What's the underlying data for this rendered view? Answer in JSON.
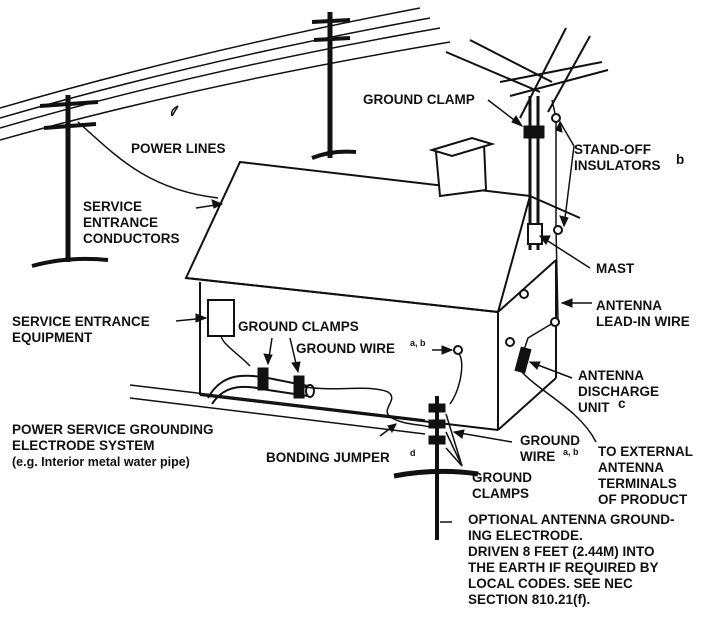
{
  "labels": {
    "power_lines": "POWER LINES",
    "service_entrance_conductors": [
      "SERVICE",
      "ENTRANCE",
      "CONDUCTORS"
    ],
    "service_entrance_equipment": [
      "SERVICE ENTRANCE",
      "EQUIPMENT"
    ],
    "ground_clamp_top": "GROUND CLAMP",
    "standoff_insulators": [
      "STAND-OFF",
      "INSULATORS"
    ],
    "standoff_insulators_note": "b",
    "mast": "MAST",
    "antenna_lead_in_wire": [
      "ANTENNA",
      "LEAD-IN WIRE"
    ],
    "ground_clamps_mid": "GROUND CLAMPS",
    "ground_wire_mid": "GROUND WIRE",
    "ground_wire_mid_note": "a, b",
    "antenna_discharge_unit": [
      "ANTENNA",
      "DISCHARGE",
      "UNIT"
    ],
    "antenna_discharge_unit_note": "c",
    "power_service_grounding": [
      "POWER SERVICE GROUNDING",
      "ELECTRODE SYSTEM",
      "(e.g. Interior metal water pipe)"
    ],
    "bonding_jumper": "BONDING JUMPER",
    "bonding_jumper_note": "d",
    "ground_wire_right": [
      "GROUND",
      "WIRE"
    ],
    "ground_wire_right_note": "a, b",
    "to_external_antenna": [
      "TO EXTERNAL",
      "ANTENNA",
      "TERMINALS",
      "OF PRODUCT"
    ],
    "ground_clamps_bottom": [
      "GROUND",
      "CLAMPS"
    ],
    "optional_electrode": [
      "OPTIONAL ANTENNA GROUND-",
      "ING ELECTRODE.",
      "DRIVEN 8 FEET (2.44M) INTO",
      "THE EARTH IF  REQUIRED BY",
      "LOCAL CODES. SEE NEC",
      "SECTION 810.21(f)."
    ]
  }
}
